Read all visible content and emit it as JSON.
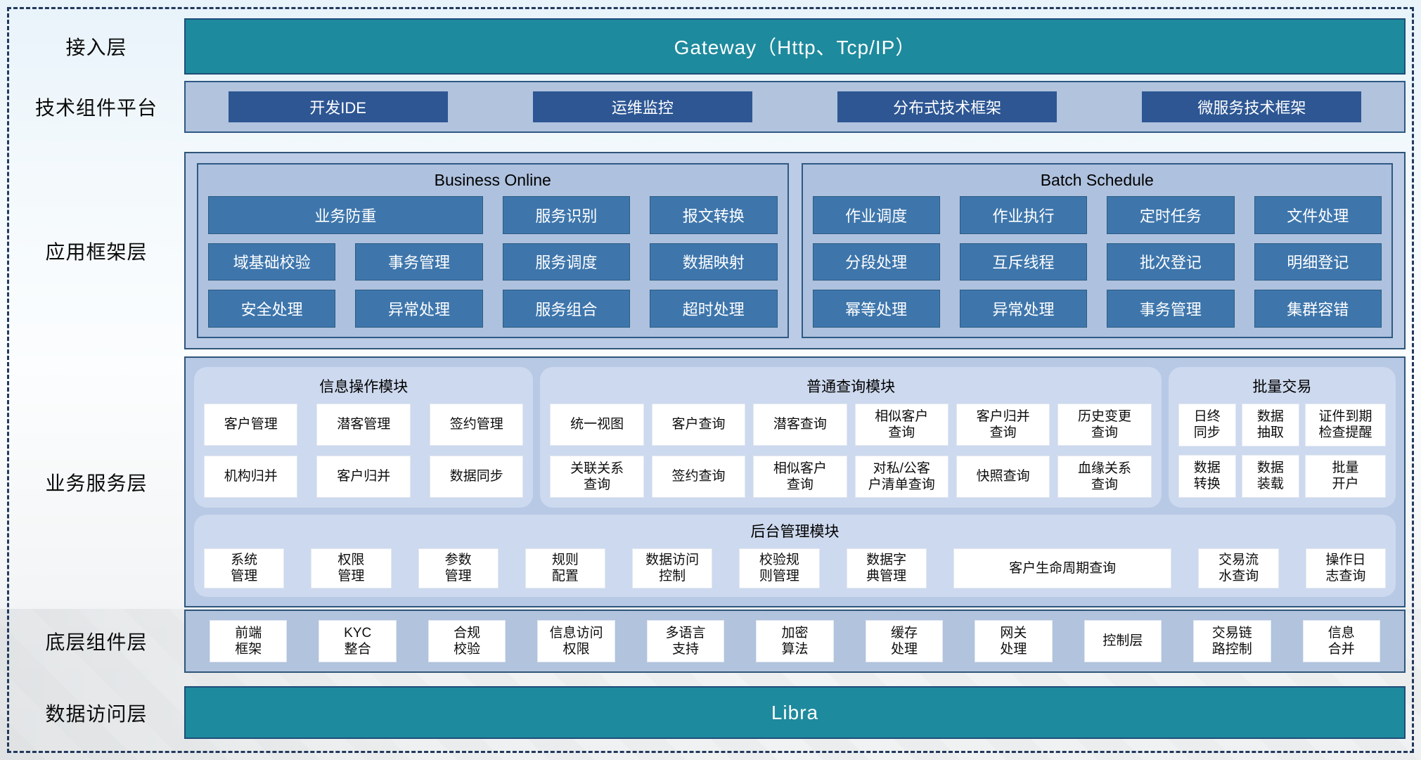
{
  "colors": {
    "teal_bar": "#1e8a9d",
    "dark_blue_button": "#2d5693",
    "steel_blue_button": "#3e76ac",
    "panel_light_blue": "#aec1de",
    "module_panel_blue": "#cdd9ee",
    "container_border": "#2f5579",
    "dashed_frame": "#22395e"
  },
  "left_labels": {
    "access": "接入层",
    "tech": "技术组件平台",
    "app": "应用框架层",
    "service": "业务服务层",
    "base": "底层组件层",
    "data": "数据访问层"
  },
  "access": {
    "gateway_label": "Gateway（Http、Tcp/IP）"
  },
  "tech": {
    "buttons": [
      "开发IDE",
      "运维监控",
      "分布式技术框架",
      "微服务技术框架"
    ]
  },
  "app": {
    "business_online": {
      "title": "Business Online",
      "wide_btn": "业务防重",
      "row1": [
        "服务识别",
        "报文转换"
      ],
      "row2": [
        "域基础校验",
        "事务管理",
        "服务调度",
        "数据映射"
      ],
      "row3": [
        "安全处理",
        "异常处理",
        "服务组合",
        "超时处理"
      ]
    },
    "batch_schedule": {
      "title": "Batch Schedule",
      "row1": [
        "作业调度",
        "作业执行",
        "定时任务",
        "文件处理"
      ],
      "row2": [
        "分段处理",
        "互斥线程",
        "批次登记",
        "明细登记"
      ],
      "row3": [
        "幂等处理",
        "异常处理",
        "事务管理",
        "集群容错"
      ]
    }
  },
  "service": {
    "info_module": {
      "title": "信息操作模块",
      "row1": [
        "客户管理",
        "潜客管理",
        "签约管理"
      ],
      "row2": [
        "机构归并",
        "客户归并",
        "数据同步"
      ]
    },
    "query_module": {
      "title": "普通查询模块",
      "row1": [
        "统一视图",
        "客户查询",
        "潜客查询",
        "相似客户\n查询",
        "客户归并\n查询",
        "历史变更\n查询"
      ],
      "row2": [
        "关联关系\n查询",
        "签约查询",
        "相似客户\n查询",
        "对私/公客\n户清单查询",
        "快照查询",
        "血缘关系\n查询"
      ]
    },
    "batch_module": {
      "title": "批量交易",
      "row1": [
        "日终\n同步",
        "数据\n抽取",
        "证件到期\n检查提醒"
      ],
      "row2": [
        "数据\n转换",
        "数据\n装载",
        "批量\n开户"
      ]
    },
    "admin_module": {
      "title": "后台管理模块",
      "buttons": [
        "系统\n管理",
        "权限\n管理",
        "参数\n管理",
        "规则\n配置",
        "数据访问\n控制",
        "校验规\n则管理",
        "数据字\n典管理",
        "客户生命周期查询",
        "交易流\n水查询",
        "操作日\n志查询"
      ]
    }
  },
  "base": {
    "buttons": [
      "前端\n框架",
      "KYC\n整合",
      "合规\n校验",
      "信息访问\n权限",
      "多语言\n支持",
      "加密\n算法",
      "缓存\n处理",
      "网关\n处理",
      "控制层",
      "交易链\n路控制",
      "信息\n合并"
    ]
  },
  "data_access": {
    "bar_label": "Libra"
  }
}
